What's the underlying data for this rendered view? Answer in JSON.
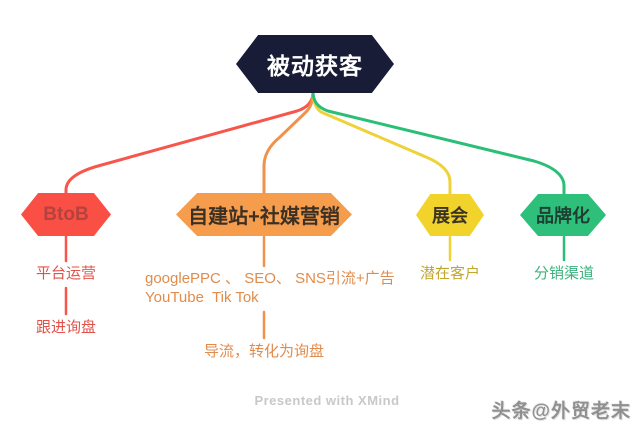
{
  "colors": {
    "background": "#ffffff",
    "root_fill": "#191c36",
    "root_text": "#ffffff",
    "red_line": "#f6564c",
    "red_fill": "#fa4f44",
    "red_node_text": "#b5423c",
    "red_sub_text": "#e0524a",
    "orange_line": "#f0924c",
    "orange_fill": "#f69c4d",
    "orange_node_text": "#3b3024",
    "orange_sub_text": "#e08c4c",
    "yellow_line": "#eed23a",
    "yellow_fill": "#f2d32b",
    "yellow_node_text": "#3b3424",
    "yellow_sub_text": "#c2a62c",
    "green_line": "#2abf76",
    "green_fill": "#2ec07a",
    "green_node_text": "#1e3f33",
    "green_sub_text": "#3cb27c",
    "presented_text": "#c8c8c8",
    "watermark_text": "#909090"
  },
  "root": {
    "label": "被动获客"
  },
  "branches": [
    {
      "label": "BtoB",
      "children": [
        "平台运营",
        "跟进询盘"
      ]
    },
    {
      "label": "自建站+社媒营销",
      "children": [
        "googlePPC 、 SEO、 SNS引流+广告",
        "YouTube  Tik Tok",
        "导流，转化为询盘"
      ]
    },
    {
      "label": "展会",
      "children": [
        "潜在客户"
      ]
    },
    {
      "label": "品牌化",
      "children": [
        "分销渠道"
      ]
    }
  ],
  "footer": {
    "presented": "Presented with XMind",
    "watermark": "头条@外贸老末"
  }
}
